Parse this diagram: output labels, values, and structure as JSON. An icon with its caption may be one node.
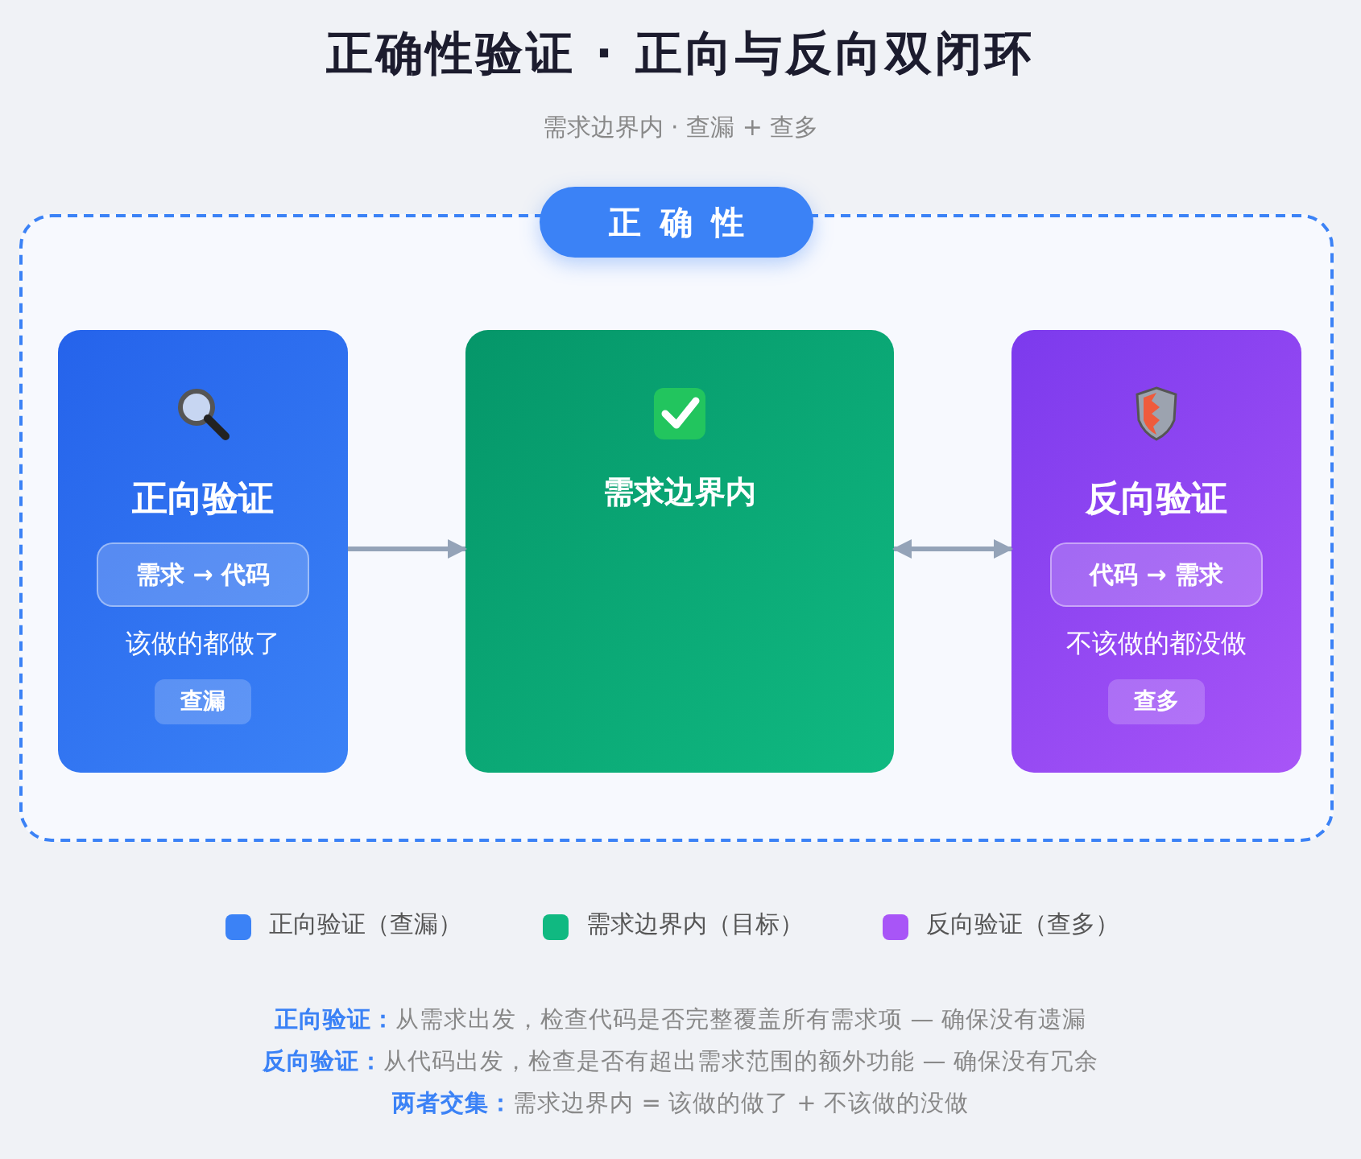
{
  "diagram": {
    "title": "正确性验证 · 正向与反向双闭环",
    "nodes": [
      {
        "text": [
          "正确性"
        ]
      },
      {
        "text": [
          "正向验证",
          "该做的都做了"
        ],
        "in": 0
      },
      {
        "text": [
          "需求 → 代码"
        ],
        "in": 1
      },
      {
        "text": [
          "查漏"
        ],
        "in": 1
      },
      {
        "text": [
          "需求边界内"
        ],
        "in": 0
      },
      {
        "text": [
          "反向验证",
          "不该做的都没做"
        ],
        "in": 0
      },
      {
        "text": [
          "代码 → 需求"
        ],
        "in": 5
      },
      {
        "text": [
          "查多"
        ],
        "in": 5
      }
    ],
    "edges": [
      {
        "from": 1,
        "to": 4,
        "arrow": "to"
      },
      {
        "from": 4,
        "to": 5,
        "arrow": "both"
      }
    ],
    "labels": [
      "需求边界内 · 查漏 + 查多",
      "**正向验证：**从需求出发，检查代码是否完整覆盖所有需求项 — 确保没有遗漏",
      "**反向验证：**从代码出发，检查是否有超出需求范围的额外功能 — 确保没有冗余",
      "**两者交集：**需求边界内 = 该做的做了 + 不该做的没做"
    ],
    "legend": [
      {
        "text": "正向验证（查漏）",
        "color": "#3b82f6"
      },
      {
        "text": "需求边界内（目标）",
        "color": "#10b981"
      },
      {
        "text": "反向验证（查多）",
        "color": "#a855f7"
      }
    ]
  }
}
